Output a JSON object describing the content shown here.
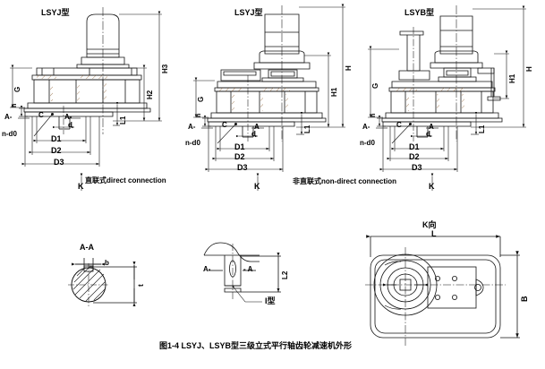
{
  "figure": {
    "caption": "图1-4 LSYJ、LSYB型三级立式平行轴齿轮减速机外形",
    "background_color": "#ffffff",
    "line_color": "#1a1a1a",
    "hatch_color": "#8a5a2b"
  },
  "views": {
    "left": {
      "model_label": "LSYJ型",
      "connection_label": "直联式direct connection",
      "dimensions": {
        "h3": "H3",
        "h2": "H2",
        "g": "G",
        "h": "h",
        "l1": "L1",
        "d": "d",
        "c": "C",
        "n_d0": "n-d0",
        "a_left": "A-",
        "a_right": "A-",
        "d1": "D1",
        "d2": "D2",
        "d3": "D3",
        "k": "K"
      }
    },
    "middle": {
      "model_label": "LSYJ型",
      "connection_label": "非直联式non-direct connection",
      "dimensions": {
        "h": "H",
        "h1": "H1",
        "g": "G",
        "h_small": "h",
        "l1": "L1",
        "d": "d",
        "c": "C",
        "n_d0": "n-d0",
        "a_left": "A-",
        "a_right": "A",
        "d1": "D1",
        "d2": "D2",
        "d3": "D3",
        "k": "K"
      }
    },
    "right": {
      "model_label": "LSYB型",
      "dimensions": {
        "h": "H",
        "h1": "H1",
        "g": "G",
        "h_small": "h",
        "l1": "L1",
        "d": "d",
        "c": "C",
        "n_d0": "n-d0",
        "a_left": "A-",
        "a_right": "A",
        "d1": "D1",
        "d2": "D2",
        "d3": "D3",
        "k": "K"
      }
    },
    "section_aa": {
      "title": "A-A",
      "dimensions": {
        "b": "b",
        "t": "t"
      }
    },
    "detail_i": {
      "title": "I型",
      "section_left": "A-",
      "section_right": "- A",
      "dimensions": {
        "l2": "L2"
      }
    },
    "k_view": {
      "title": "K向",
      "dimensions": {
        "l": "L",
        "b": "B"
      }
    }
  }
}
